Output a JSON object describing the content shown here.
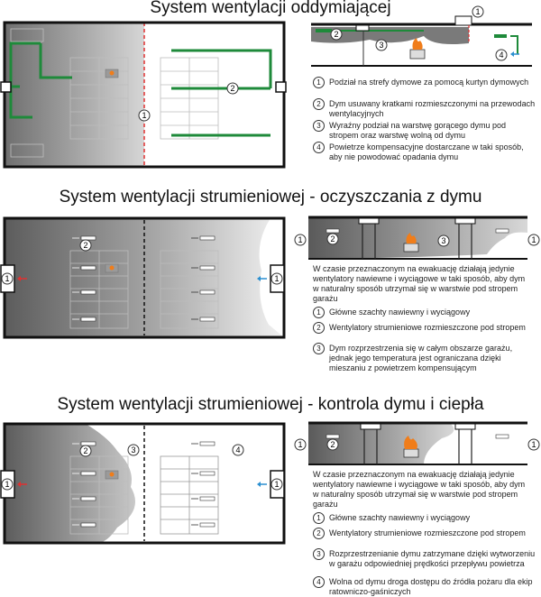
{
  "section1": {
    "title": "System wentylacji oddymiającej",
    "items": [
      {
        "num": "1",
        "text": "Podział na strefy dymowe za pomocą kurtyn dymowych"
      },
      {
        "num": "2",
        "text": "Dym usuwany kratkami rozmieszczonymi na przewodach wentylacyjnych"
      },
      {
        "num": "3",
        "text": "Wyraźny podział na warstwę gorącego dymu pod stropem oraz warstwę wolną od dymu"
      },
      {
        "num": "4",
        "text": "Powietrze kompensacyjne dostarczane w taki sposób, aby nie powodować opadania dymu"
      }
    ]
  },
  "section2": {
    "title": "System wentylacji strumieniowej - oczyszczania z dymu",
    "description": "W czasie przeznaczonym na ewakuację działają jedynie wentylatory nawiewne i wyciągowe w taki sposób, aby dym w naturalny sposób utrzymał się w warstwie pod stropem garażu",
    "items": [
      {
        "num": "1",
        "text": "Główne szachty nawiewny i wyciągowy"
      },
      {
        "num": "2",
        "text": "Wentylatory strumieniowe rozmieszczone pod stropem"
      },
      {
        "num": "3",
        "text": "Dym rozprzestrzenia się w całym obszarze garażu, jednak jego temperatura jest ograniczana dzięki mieszaniu z powietrzem kompensującym"
      }
    ]
  },
  "section3": {
    "title": "System wentylacji strumieniowej - kontrola dymu i ciepła",
    "description": "W czasie przeznaczonym na ewakuację działają jedynie wentylatory nawiewne i wyciągowe w taki sposób, aby dym w naturalny sposób utrzymał się w warstwie pod stropem garażu",
    "items": [
      {
        "num": "1",
        "text": "Główne szachty nawiewny i wyciągowy"
      },
      {
        "num": "2",
        "text": "Wentylatory strumieniowe rozmieszczone pod stropem"
      },
      {
        "num": "3",
        "text": "Rozprzestrzenianie dymu zatrzymane dzięki wytworzeniu w garażu odpowiedniej prędkości przepływu powietrza"
      },
      {
        "num": "4",
        "text": "Wolna od dymu droga dostępu do źródła pożaru dla ekip ratowniczo-gaśniczych"
      }
    ]
  },
  "markers": {
    "m1": "1",
    "m2": "2",
    "m3": "3",
    "m4": "4"
  },
  "colors": {
    "duct": "#1e8a3a",
    "curtain": "#e03030",
    "fire": "#f07d1a",
    "supply_arrow": "#2a8fd0",
    "exhaust_arrow": "#e03030"
  }
}
